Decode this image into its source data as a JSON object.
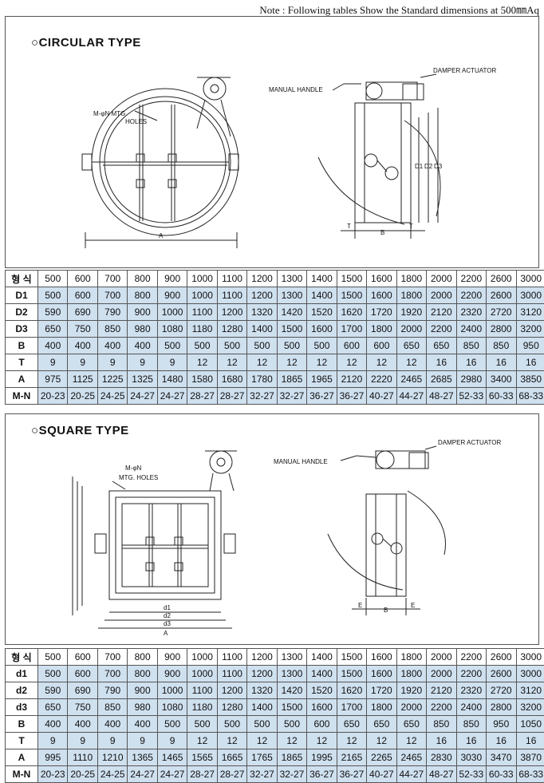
{
  "note": "Note : Following tables Show the Standard dimensions at 500㎜Aq",
  "circular": {
    "title": "CIRCULAR TYPE",
    "bullet": "○",
    "labels": {
      "holes_line1": "M-φN MTG.",
      "holes_line2": "HOLES",
      "manual_handle": "MANUAL HANDLE",
      "damper_actuator": "DAMPER ACTUATOR",
      "a": "A",
      "b": "B",
      "t_left": "T",
      "t_right": "T",
      "d1": "D1",
      "d2": "D2",
      "d3": "D3"
    },
    "table": {
      "header": {
        "label": "형 식",
        "values": [
          "500",
          "600",
          "700",
          "800",
          "900",
          "1000",
          "1100",
          "1200",
          "1300",
          "1400",
          "1500",
          "1600",
          "1800",
          "2000",
          "2200",
          "2600",
          "3000"
        ]
      },
      "rows": [
        {
          "label": "D1",
          "values": [
            "500",
            "600",
            "700",
            "800",
            "900",
            "1000",
            "1100",
            "1200",
            "1300",
            "1400",
            "1500",
            "1600",
            "1800",
            "2000",
            "2200",
            "2600",
            "3000"
          ]
        },
        {
          "label": "D2",
          "values": [
            "590",
            "690",
            "790",
            "900",
            "1000",
            "1100",
            "1200",
            "1320",
            "1420",
            "1520",
            "1620",
            "1720",
            "1920",
            "2120",
            "2320",
            "2720",
            "3120"
          ]
        },
        {
          "label": "D3",
          "values": [
            "650",
            "750",
            "850",
            "980",
            "1080",
            "1180",
            "1280",
            "1400",
            "1500",
            "1600",
            "1700",
            "1800",
            "2000",
            "2200",
            "2400",
            "2800",
            "3200"
          ]
        },
        {
          "label": "B",
          "values": [
            "400",
            "400",
            "400",
            "400",
            "500",
            "500",
            "500",
            "500",
            "500",
            "500",
            "600",
            "600",
            "650",
            "650",
            "850",
            "850",
            "950"
          ]
        },
        {
          "label": "T",
          "values": [
            "9",
            "9",
            "9",
            "9",
            "9",
            "12",
            "12",
            "12",
            "12",
            "12",
            "12",
            "12",
            "12",
            "16",
            "16",
            "16",
            "16"
          ]
        },
        {
          "label": "A",
          "values": [
            "975",
            "1125",
            "1225",
            "1325",
            "1480",
            "1580",
            "1680",
            "1780",
            "1865",
            "1965",
            "2120",
            "2220",
            "2465",
            "2685",
            "2980",
            "3400",
            "3850"
          ]
        },
        {
          "label": "M-N",
          "values": [
            "20-23",
            "20-25",
            "24-25",
            "24-27",
            "24-27",
            "28-27",
            "28-27",
            "32-27",
            "32-27",
            "36-27",
            "36-27",
            "40-27",
            "44-27",
            "48-27",
            "52-33",
            "60-33",
            "68-33"
          ]
        }
      ]
    }
  },
  "square": {
    "title": "SQUARE TYPE",
    "bullet": "○",
    "labels": {
      "holes_line1": "M-φN",
      "holes_line2": "MTG. HOLES",
      "manual_handle": "MANUAL HANDLE",
      "damper_actuator": "DAMPER ACTUATOR",
      "a": "A",
      "b": "B",
      "e_left": "E",
      "e_right": "E",
      "d1": "d1",
      "d2": "d2",
      "d3": "d3"
    },
    "table": {
      "header": {
        "label": "형 식",
        "values": [
          "500",
          "600",
          "700",
          "800",
          "900",
          "1000",
          "1100",
          "1200",
          "1300",
          "1400",
          "1500",
          "1600",
          "1800",
          "2000",
          "2200",
          "2600",
          "3000"
        ]
      },
      "rows": [
        {
          "label": "d1",
          "values": [
            "500",
            "600",
            "700",
            "800",
            "900",
            "1000",
            "1100",
            "1200",
            "1300",
            "1400",
            "1500",
            "1600",
            "1800",
            "2000",
            "2200",
            "2600",
            "3000"
          ]
        },
        {
          "label": "d2",
          "values": [
            "590",
            "690",
            "790",
            "900",
            "1000",
            "1100",
            "1200",
            "1320",
            "1420",
            "1520",
            "1620",
            "1720",
            "1920",
            "2120",
            "2320",
            "2720",
            "3120"
          ]
        },
        {
          "label": "d3",
          "values": [
            "650",
            "750",
            "850",
            "980",
            "1080",
            "1180",
            "1280",
            "1400",
            "1500",
            "1600",
            "1700",
            "1800",
            "2000",
            "2200",
            "2400",
            "2800",
            "3200"
          ]
        },
        {
          "label": "B",
          "values": [
            "400",
            "400",
            "400",
            "400",
            "500",
            "500",
            "500",
            "500",
            "500",
            "600",
            "650",
            "650",
            "650",
            "850",
            "850",
            "950",
            "1050"
          ]
        },
        {
          "label": "T",
          "values": [
            "9",
            "9",
            "9",
            "9",
            "9",
            "12",
            "12",
            "12",
            "12",
            "12",
            "12",
            "12",
            "12",
            "16",
            "16",
            "16",
            "16"
          ]
        },
        {
          "label": "A",
          "values": [
            "995",
            "1110",
            "1210",
            "1365",
            "1465",
            "1565",
            "1665",
            "1765",
            "1865",
            "1995",
            "2165",
            "2265",
            "2465",
            "2830",
            "3030",
            "3470",
            "3870"
          ]
        },
        {
          "label": "M-N",
          "values": [
            "20-23",
            "20-25",
            "24-25",
            "24-27",
            "24-27",
            "28-27",
            "28-27",
            "32-27",
            "32-27",
            "36-27",
            "36-27",
            "40-27",
            "44-27",
            "48-27",
            "52-33",
            "60-33",
            "68-33"
          ]
        }
      ]
    }
  }
}
